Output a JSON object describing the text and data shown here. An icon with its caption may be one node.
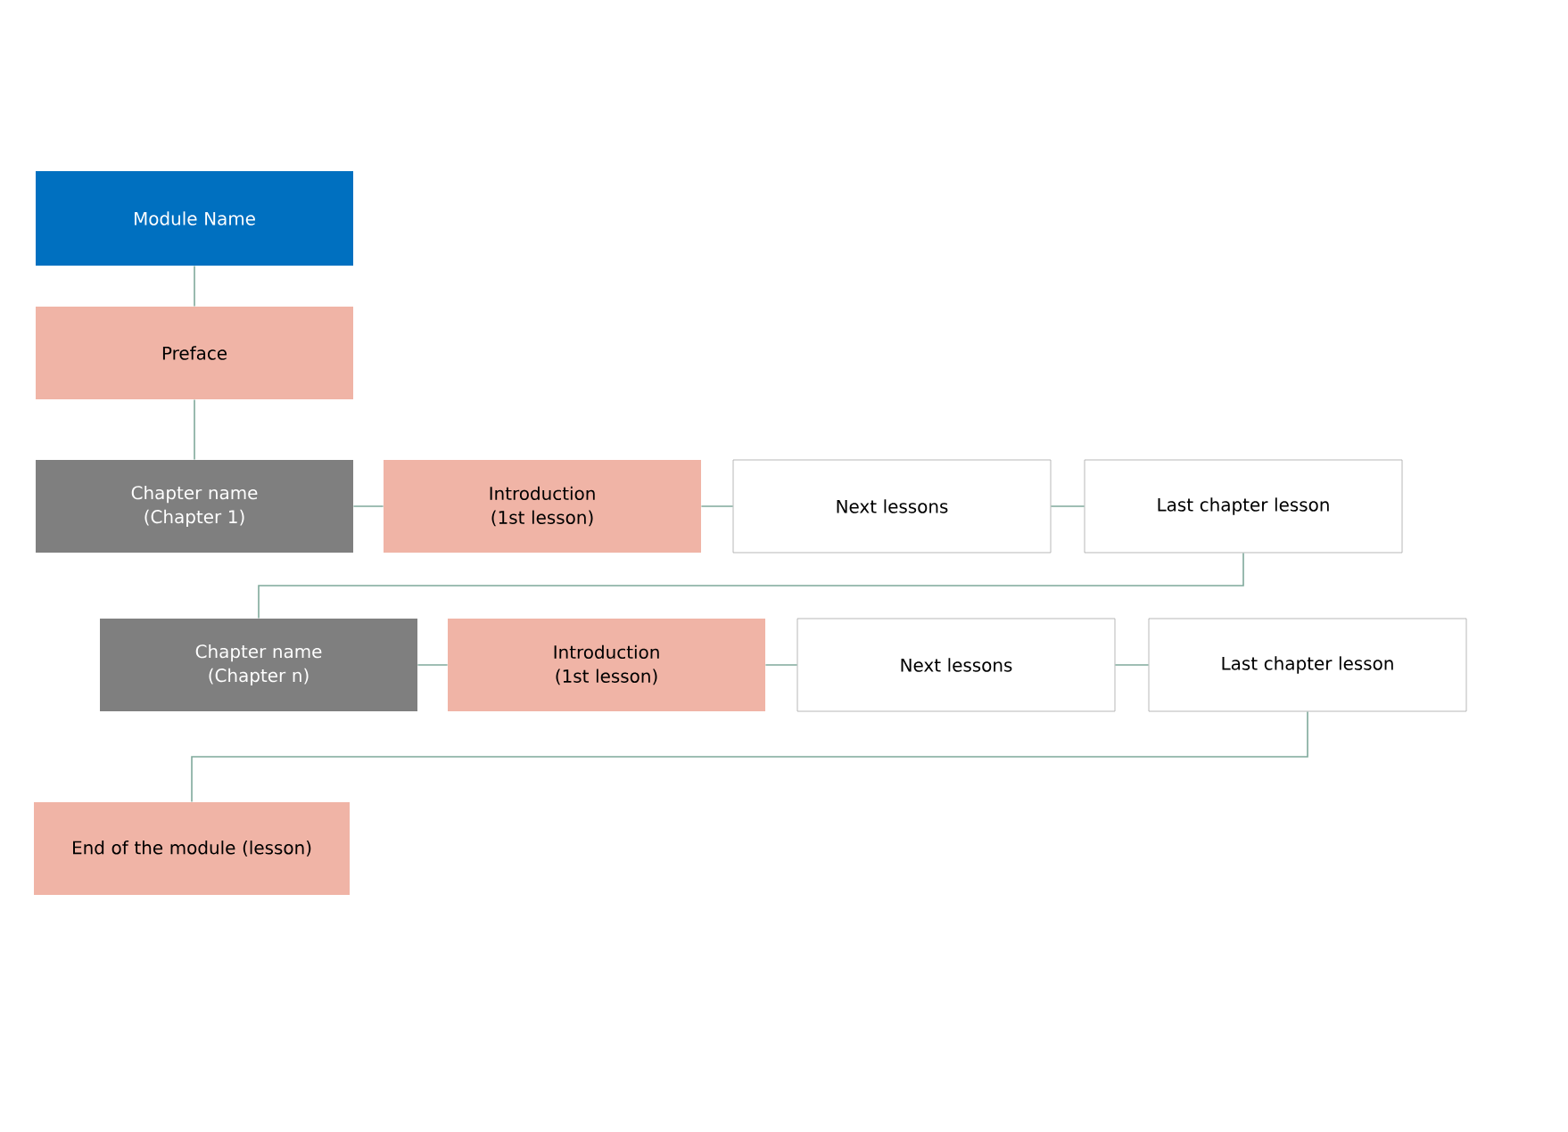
{
  "diagram": {
    "nodes": [
      {
        "text": [
          "Module Name"
        ]
      },
      {
        "text": [
          "Preface"
        ]
      },
      {
        "text": [
          "Chapter name (Chapter 1)"
        ]
      },
      {
        "text": [
          "Introduction (1st lesson)"
        ]
      },
      {
        "text": [
          "Next lessons"
        ]
      },
      {
        "text": [
          "Last chapter lesson"
        ]
      },
      {
        "text": [
          "Chapter name (Chapter n)"
        ]
      },
      {
        "text": [
          "Introduction (1st lesson)"
        ]
      },
      {
        "text": [
          "Next lessons"
        ]
      },
      {
        "text": [
          "Last chapter lesson"
        ]
      },
      {
        "text": [
          "End of the module (lesson)"
        ]
      }
    ],
    "edges": [
      {
        "from": 0,
        "to": 1,
        "arrow": "none"
      },
      {
        "from": 1,
        "to": 2,
        "arrow": "none"
      },
      {
        "from": 2,
        "to": 3,
        "arrow": "none"
      },
      {
        "from": 3,
        "to": 4,
        "arrow": "none"
      },
      {
        "from": 4,
        "to": 5,
        "arrow": "none"
      },
      {
        "from": 5,
        "to": 6,
        "arrow": "none"
      },
      {
        "from": 6,
        "to": 7,
        "arrow": "none"
      },
      {
        "from": 7,
        "to": 8,
        "arrow": "none"
      },
      {
        "from": 8,
        "to": 9,
        "arrow": "none"
      },
      {
        "from": 9,
        "to": 10,
        "arrow": "none"
      }
    ]
  }
}
